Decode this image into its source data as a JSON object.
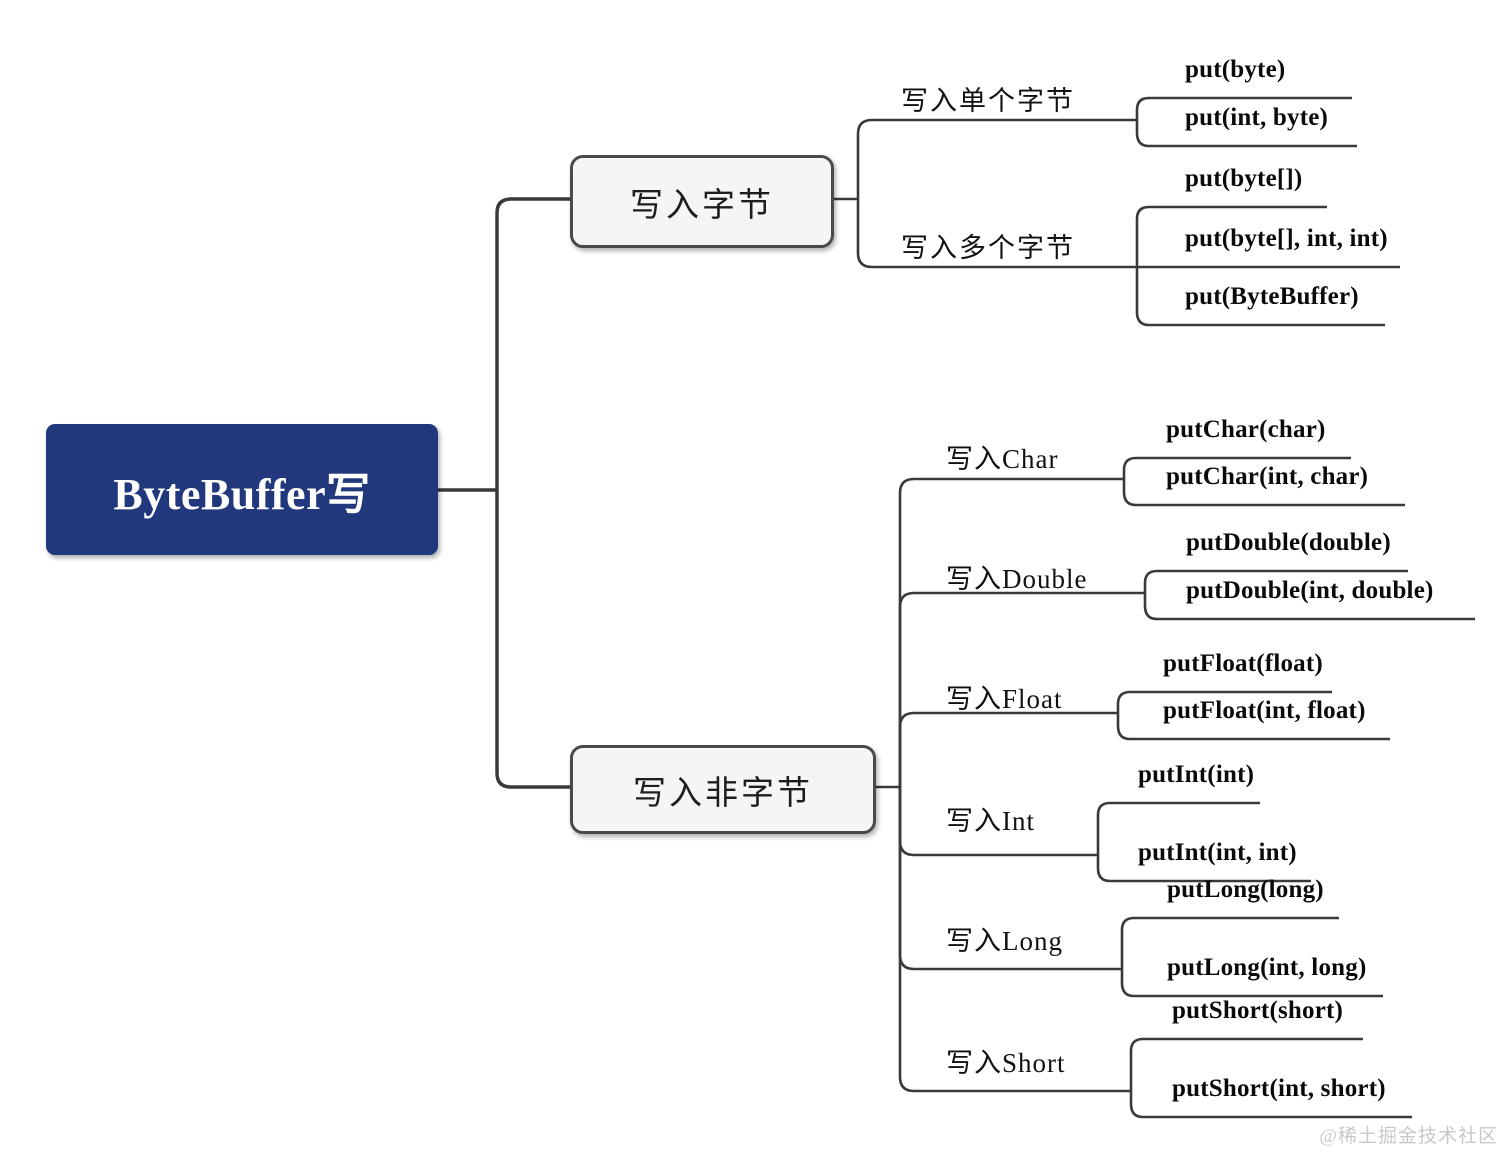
{
  "diagram": {
    "type": "mindmap",
    "title": "ByteBuffer写",
    "colors": {
      "root_fill": "#21387d",
      "root_text": "#ffffff",
      "node_fill": "#f5f5f5",
      "node_border": "#4a4a4a",
      "connector": "#3a3a3a",
      "leaf_text": "#0a0a0a",
      "watermark": "#c8c8c8"
    },
    "root": {
      "label": "ByteBuffer写"
    },
    "branches": [
      {
        "id": "bytes",
        "label": "写入字节",
        "groups": [
          {
            "id": "single-byte",
            "label": "写入单个字节",
            "leaves": [
              {
                "label": "put(byte)"
              },
              {
                "label": "put(int, byte)"
              }
            ]
          },
          {
            "id": "multi-byte",
            "label": "写入多个字节",
            "leaves": [
              {
                "label": "put(byte[])"
              },
              {
                "label": "put(byte[], int, int)"
              },
              {
                "label": "put(ByteBuffer)"
              }
            ]
          }
        ]
      },
      {
        "id": "non-byte",
        "label": "写入非字节",
        "groups": [
          {
            "id": "char",
            "label": "写入Char",
            "leaves": [
              {
                "label": "putChar(char)"
              },
              {
                "label": "putChar(int, char)"
              }
            ]
          },
          {
            "id": "double",
            "label": "写入Double",
            "leaves": [
              {
                "label": "putDouble(double)"
              },
              {
                "label": "putDouble(int, double)"
              }
            ]
          },
          {
            "id": "float",
            "label": "写入Float",
            "leaves": [
              {
                "label": "putFloat(float)"
              },
              {
                "label": "putFloat(int, float)"
              }
            ]
          },
          {
            "id": "int",
            "label": "写入Int",
            "leaves": [
              {
                "label": "putInt(int)"
              },
              {
                "label": "putInt(int, int)"
              }
            ]
          },
          {
            "id": "long",
            "label": "写入Long",
            "leaves": [
              {
                "label": "putLong(long)"
              },
              {
                "label": "putLong(int, long)"
              }
            ]
          },
          {
            "id": "short",
            "label": "写入Short",
            "leaves": [
              {
                "label": "putShort(short)"
              },
              {
                "label": "putShort(int, short)"
              }
            ]
          }
        ]
      }
    ],
    "watermark": "@稀土掘金技术社区"
  }
}
